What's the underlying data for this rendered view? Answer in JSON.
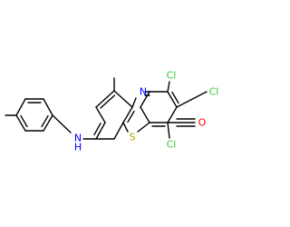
{
  "atoms": {
    "cl1": {
      "element": "Cl",
      "label": "Cl",
      "color": "#33cc33"
    },
    "cl2": {
      "element": "Cl",
      "label": "Cl",
      "color": "#33cc33"
    },
    "cl3": {
      "element": "Cl",
      "label": "Cl",
      "color": "#33cc33"
    },
    "o1": {
      "element": "O",
      "label": "O",
      "color": "#ff0000"
    },
    "s1": {
      "element": "S",
      "label": "S",
      "color": "#b2a200"
    },
    "n_ring": {
      "element": "N",
      "label": "N",
      "color": "#0000ff"
    },
    "n_amine": {
      "element": "N",
      "label": "N",
      "color": "#0000ff"
    },
    "h_amine": {
      "element": "H",
      "label": "H",
      "color": "#0000ff"
    }
  },
  "colors": {
    "bond": "#000000",
    "background": "#ffffff"
  }
}
